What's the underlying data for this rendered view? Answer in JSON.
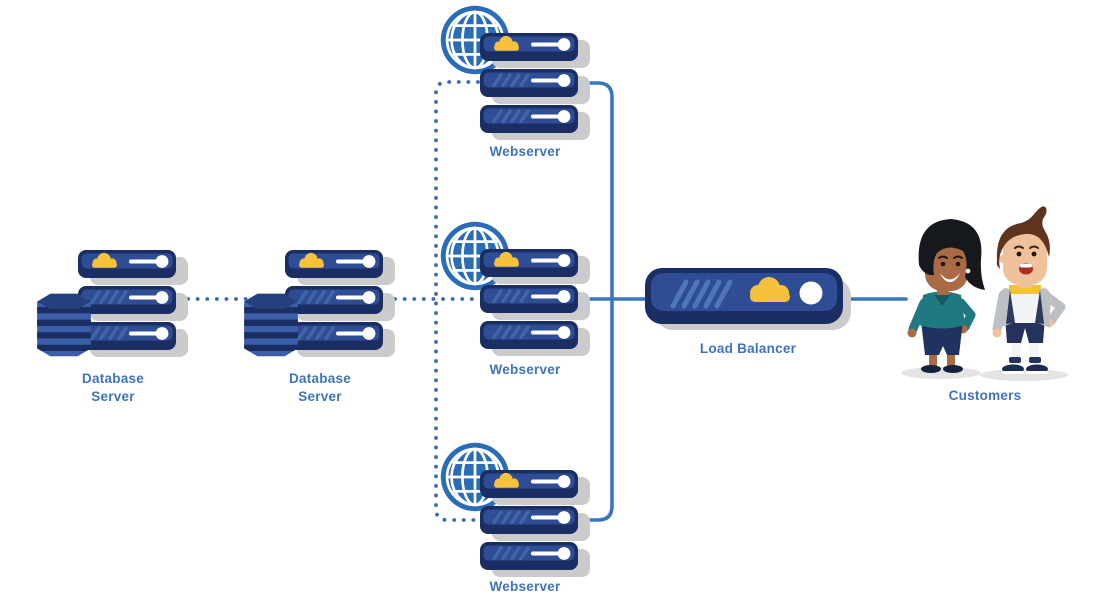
{
  "diagram": {
    "nodes": [
      {
        "id": "webserver-top",
        "type": "webserver",
        "label": "Webserver"
      },
      {
        "id": "webserver-middle",
        "type": "webserver",
        "label": "Webserver"
      },
      {
        "id": "webserver-bottom",
        "type": "webserver",
        "label": "Webserver"
      },
      {
        "id": "database-server-1",
        "type": "database",
        "label": "Database Server"
      },
      {
        "id": "database-server-2",
        "type": "database",
        "label": "Database Server"
      },
      {
        "id": "load-balancer",
        "type": "load-balancer",
        "label": "Load Balancer"
      },
      {
        "id": "customers",
        "type": "people",
        "label": "Customers"
      }
    ],
    "edges": [
      {
        "from": "database-server-1",
        "to": "database-server-2",
        "style": "dotted"
      },
      {
        "from": "database-server-2",
        "to": "webserver-top",
        "style": "dotted"
      },
      {
        "from": "database-server-2",
        "to": "webserver-middle",
        "style": "dotted"
      },
      {
        "from": "database-server-2",
        "to": "webserver-bottom",
        "style": "dotted"
      },
      {
        "from": "webserver-top",
        "to": "load-balancer",
        "style": "solid"
      },
      {
        "from": "webserver-middle",
        "to": "load-balancer",
        "style": "solid"
      },
      {
        "from": "webserver-bottom",
        "to": "load-balancer",
        "style": "solid"
      },
      {
        "from": "load-balancer",
        "to": "customers",
        "style": "solid"
      }
    ],
    "icons": [
      "globe-icon",
      "cloud-icon",
      "toggle-icon",
      "server-stack-icon",
      "database-cylinder-icon",
      "woman-icon",
      "man-icon"
    ],
    "colors": {
      "server_dark": "#1b2e63",
      "server_panel": "#2e4d94",
      "hatch_blue": "#4066a8",
      "cloud_yellow": "#f6c23d",
      "globe_blue": "#2a6db7",
      "shadow_gray": "#cbcbcb",
      "connector_solid": "#3a76c0",
      "connector_dotted": "#3b6cb3",
      "label_blue": "#3f74bd"
    }
  }
}
